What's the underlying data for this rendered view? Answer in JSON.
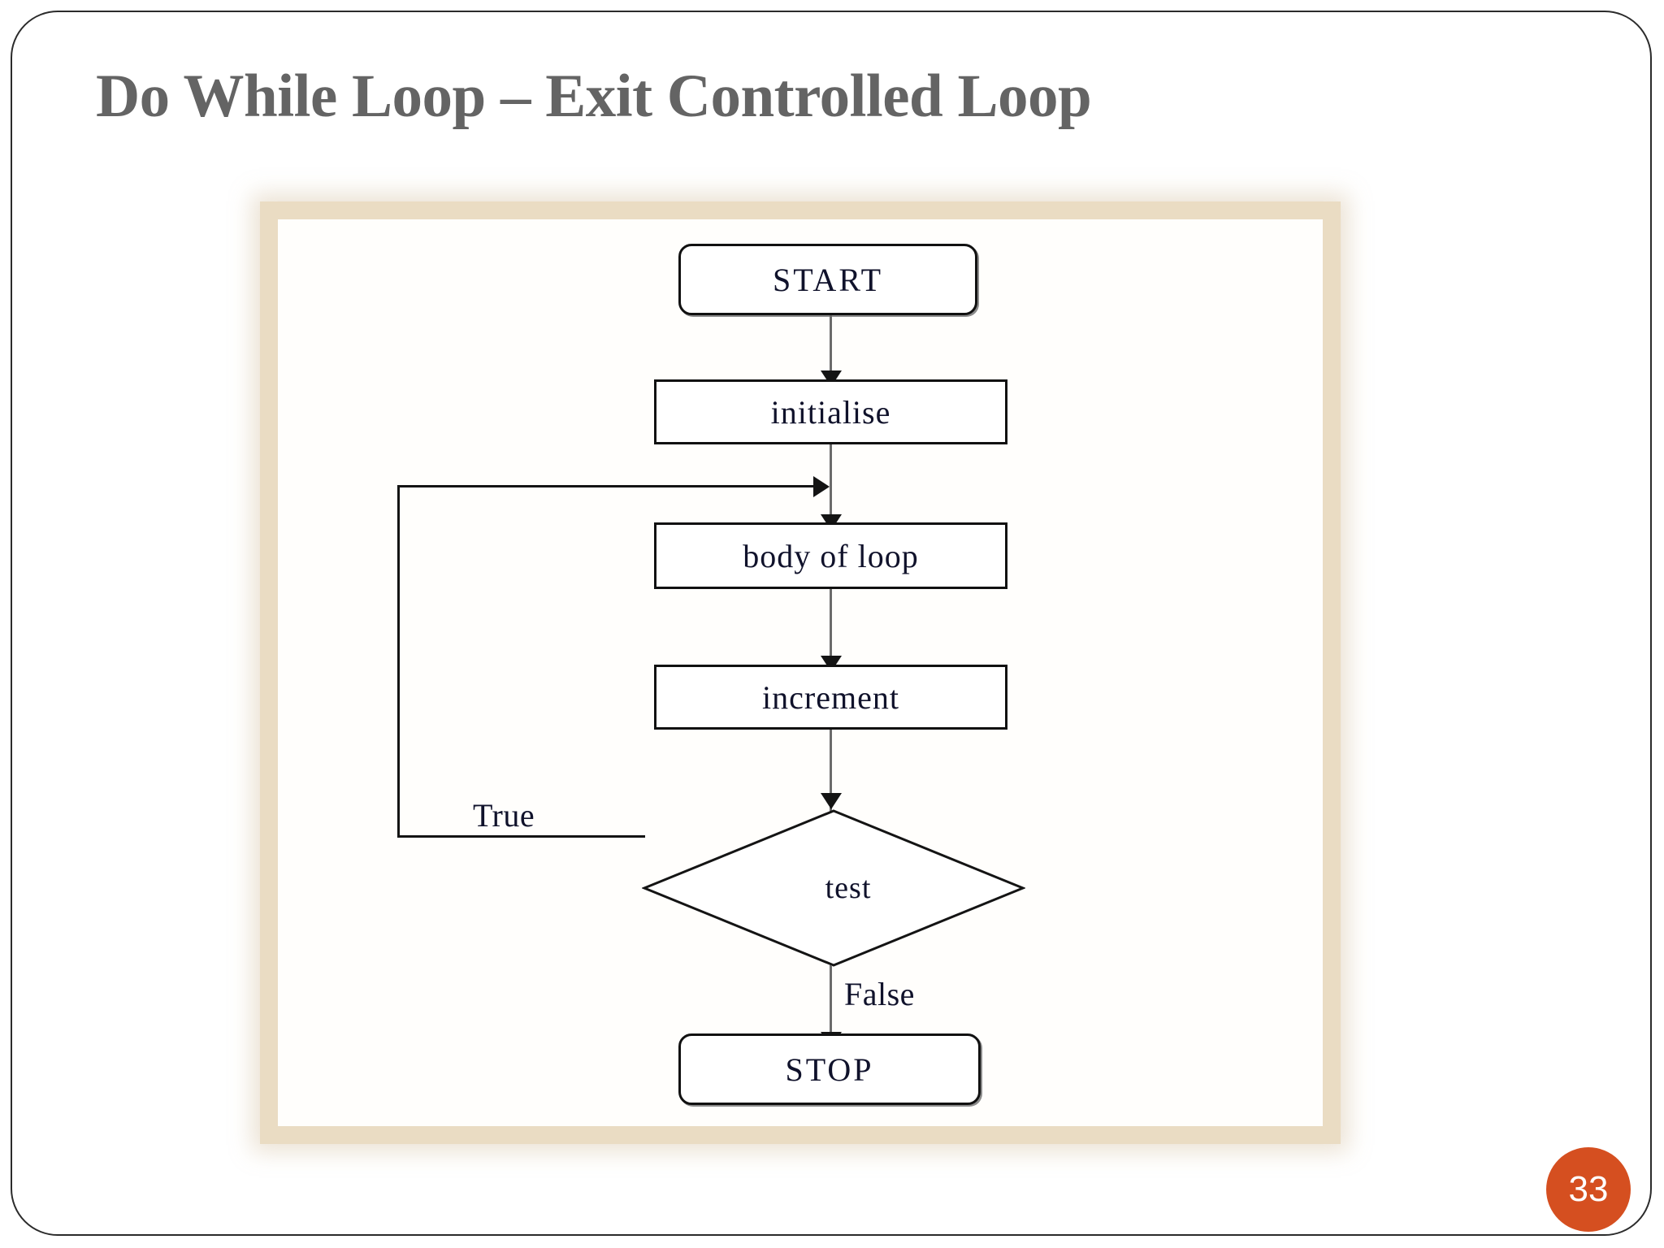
{
  "slide": {
    "title": "Do While Loop – Exit Controlled Loop",
    "page_number": "33",
    "title_color": "#646464",
    "badge_color": "#D54F20",
    "frame_color": "#EADCC3"
  },
  "chart_data": {
    "type": "diagram",
    "diagram_kind": "flowchart",
    "title": "Do While Loop – Exit Controlled Loop",
    "nodes": [
      {
        "id": "start",
        "label": "START",
        "shape": "terminator"
      },
      {
        "id": "initialise",
        "label": "initialise",
        "shape": "process"
      },
      {
        "id": "body",
        "label": "body of loop",
        "shape": "process"
      },
      {
        "id": "increment",
        "label": "increment",
        "shape": "process"
      },
      {
        "id": "test",
        "label": "test",
        "shape": "decision"
      },
      {
        "id": "stop",
        "label": "STOP",
        "shape": "terminator"
      }
    ],
    "edges": [
      {
        "from": "start",
        "to": "initialise",
        "label": ""
      },
      {
        "from": "initialise",
        "to": "body",
        "label": ""
      },
      {
        "from": "body",
        "to": "increment",
        "label": ""
      },
      {
        "from": "increment",
        "to": "test",
        "label": ""
      },
      {
        "from": "test",
        "to": "body",
        "label": "True"
      },
      {
        "from": "test",
        "to": "stop",
        "label": "False"
      }
    ],
    "edge_labels": {
      "true": "True",
      "false": "False"
    }
  },
  "flowchart": {
    "start_label": "START",
    "initialise_label": "initialise",
    "body_label": "body of loop",
    "increment_label": "increment",
    "test_label": "test",
    "stop_label": "STOP",
    "true_label": "True",
    "false_label": "False"
  }
}
